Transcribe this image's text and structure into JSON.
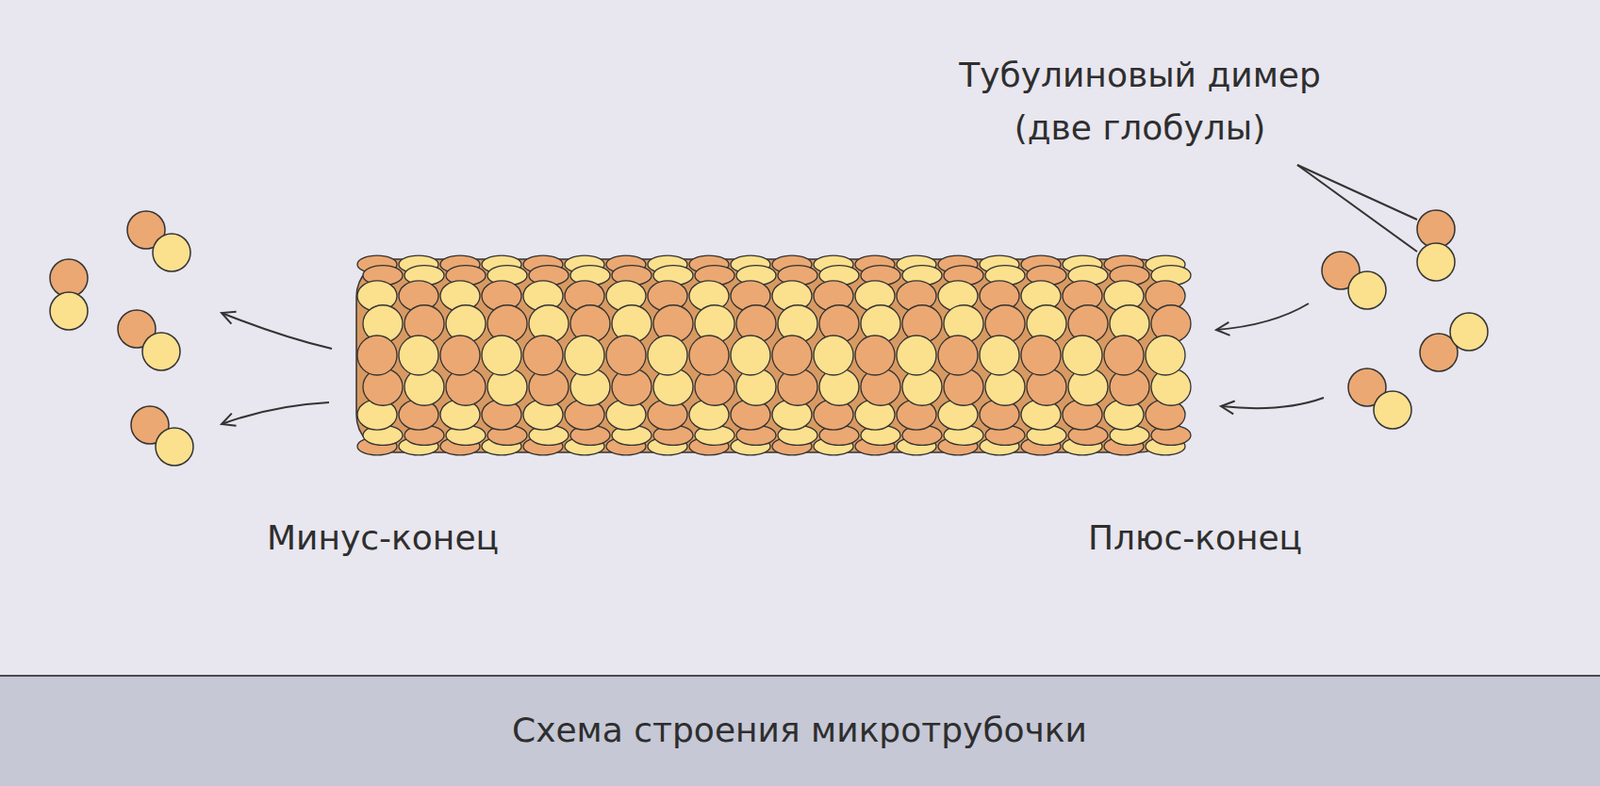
{
  "diagram": {
    "caption": "Схема строения микротрубочки",
    "labels": [
      "Тубулиновый димер (две глобулы)",
      "Минус-конец",
      "Плюс-конец"
    ]
  }
}
